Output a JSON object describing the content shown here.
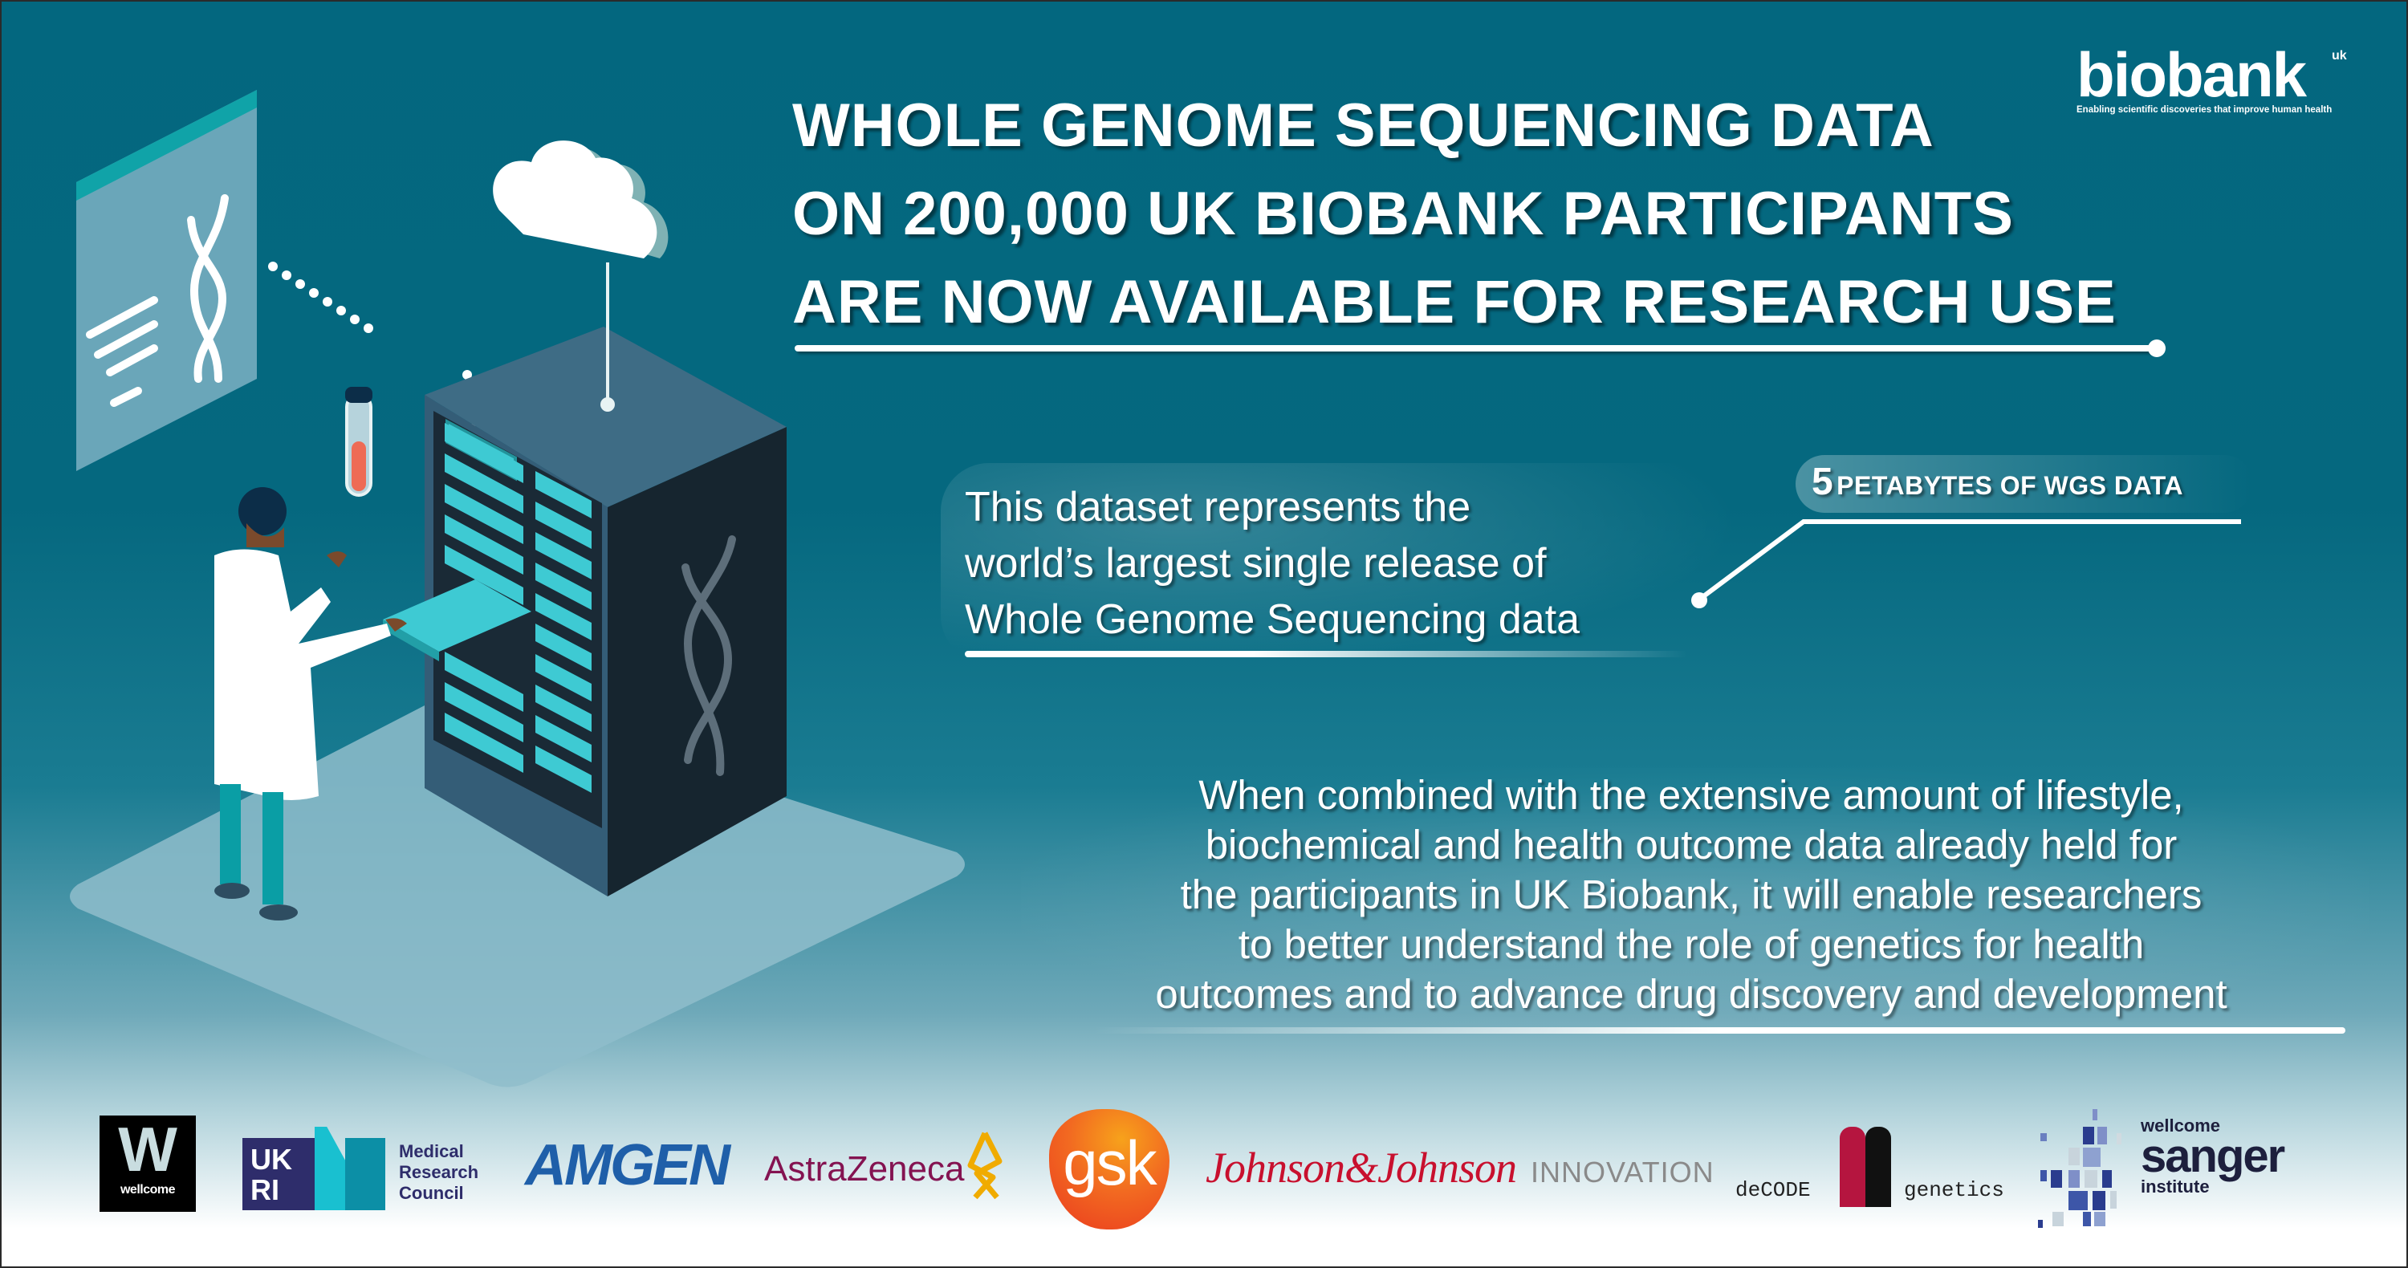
{
  "headline": {
    "lines": [
      "WHOLE GENOME SEQUENCING DATA",
      "ON 200,000 UK BIOBANK PARTICIPANTS",
      "ARE NOW AVAILABLE FOR RESEARCH USE"
    ]
  },
  "brand_logo": {
    "name": "biobank",
    "suffix": "uk",
    "tagline": "Enabling scientific discoveries that improve human health"
  },
  "stat": {
    "value": "5",
    "label": "PETABYTES OF WGS DATA"
  },
  "dataset_statement": {
    "lines": [
      "This dataset represents the",
      "world’s largest single release of",
      "Whole Genome Sequencing data"
    ]
  },
  "impact_statement": {
    "lines": [
      "When combined with the extensive amount of lifestyle,",
      "biochemical and health outcome data already held for",
      "the participants in UK Biobank, it will enable researchers",
      "to better understand the role of genetics for health",
      "outcomes and to advance drug discovery and development"
    ]
  },
  "sponsors": {
    "wellcome": {
      "mark": "W",
      "name": "wellcome"
    },
    "ukri": {
      "mark_line1": "UK",
      "mark_line2": "RI",
      "name_lines": [
        "Medical",
        "Research",
        "Council"
      ]
    },
    "amgen": {
      "name": "AMGEN"
    },
    "astrazeneca": {
      "name": "AstraZeneca"
    },
    "gsk": {
      "name": "gsk"
    },
    "johnson": {
      "name": "Johnson&Johnson",
      "suffix": "INNOVATION"
    },
    "decode": {
      "left": "deCODE",
      "right": "genetics"
    },
    "sanger": {
      "line1": "wellcome",
      "line2": "sanger",
      "line3": "institute"
    }
  },
  "colors": {
    "background_top": "#03677f",
    "background_bottom": "#ffffff",
    "server_slot": "#3ecad3",
    "server_dark": "#16252f",
    "accent_red": "#ee6b55"
  }
}
